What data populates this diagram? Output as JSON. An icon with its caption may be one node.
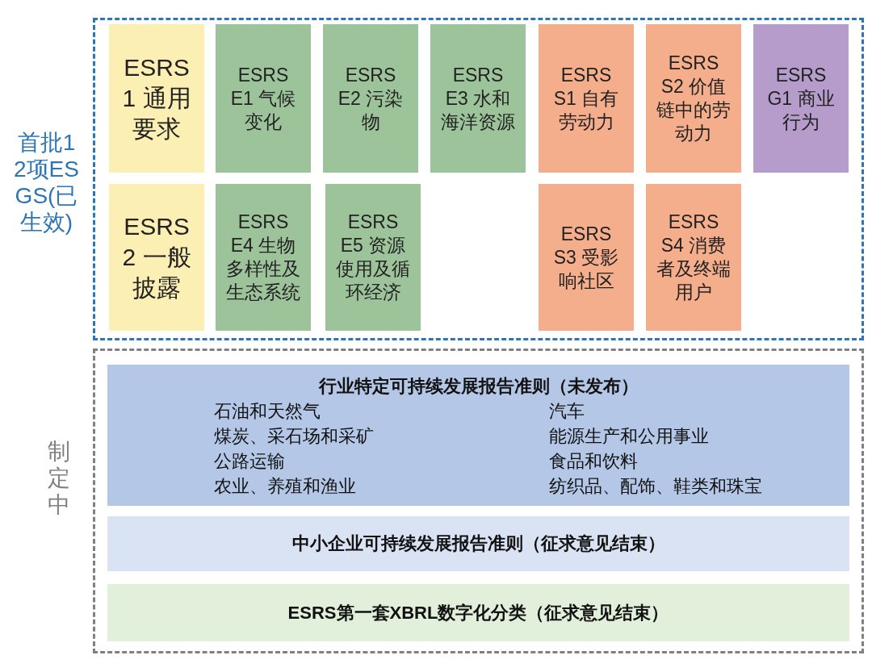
{
  "diagram": {
    "nodes": [
      {
        "text": [
          "首批12项ESGS(已生效)"
        ]
      },
      {
        "text": [
          "ESRS 1 通用要求"
        ],
        "in": 0
      },
      {
        "text": [
          "ESRS E1 气候变化"
        ],
        "in": 0
      },
      {
        "text": [
          "ESRS E2 污染物"
        ],
        "in": 0
      },
      {
        "text": [
          "ESRS E3 水和海洋资源"
        ],
        "in": 0
      },
      {
        "text": [
          "ESRS S1 自有劳动力"
        ],
        "in": 0
      },
      {
        "text": [
          "ESRS S2 价值链中的劳动力"
        ],
        "in": 0
      },
      {
        "text": [
          "ESRS G1 商业行为"
        ],
        "in": 0
      },
      {
        "text": [
          "ESRS 2 一般披露"
        ],
        "in": 0
      },
      {
        "text": [
          "ESRS E4 生物多样性及生态系统"
        ],
        "in": 0
      },
      {
        "text": [
          "ESRS E5 资源使用及循环经济"
        ],
        "in": 0
      },
      {
        "text": [
          "ESRS S3 受影响社区"
        ],
        "in": 0
      },
      {
        "text": [
          "ESRS S4 消费者及终端用户"
        ],
        "in": 0
      },
      {
        "text": [
          "制定中"
        ]
      },
      {
        "text": [
          "行业特定可持续发展报告准则（未发布）",
          "石油和天然气",
          "汽车",
          "煤炭、采石场和采矿",
          "能源生产和公用事业",
          "公路运输",
          "食品和饮料",
          "农业、养殖和渔业",
          "纺织品、配饰、鞋类和珠宝"
        ],
        "in": 13
      },
      {
        "text": [
          "中小企业可持续发展报告准则（征求意见结束）"
        ],
        "in": 13
      },
      {
        "text": [
          "ESRS第一套XBRL数字化分类（征求意见结束）"
        ],
        "in": 13
      }
    ]
  }
}
